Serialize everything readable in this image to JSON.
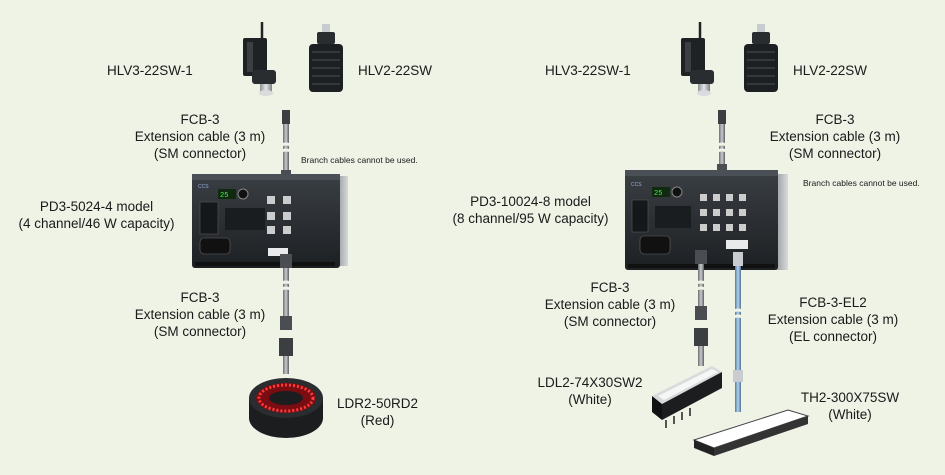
{
  "left": {
    "light_a": "HLV3-22SW-1",
    "light_b": "HLV2-22SW",
    "cable_top": [
      "FCB-3",
      "Extension cable (3 m)",
      "(SM connector)"
    ],
    "note": "Branch cables cannot be used.",
    "controller": [
      "PD3-5024-4 model",
      "(4 channel/46 W capacity)"
    ],
    "cable_bottom": [
      "FCB-3",
      "Extension cable (3 m)",
      "(SM connector)"
    ],
    "ring_light": [
      "LDR2-50RD2",
      "(Red)"
    ]
  },
  "right": {
    "light_a": "HLV3-22SW-1",
    "light_b": "HLV2-22SW",
    "cable_top": [
      "FCB-3",
      "Extension cable (3 m)",
      "(SM connector)"
    ],
    "note": "Branch cables cannot be used.",
    "controller": [
      "PD3-10024-8 model",
      "(8 channel/95 W capacity)"
    ],
    "cable_bottom_sm": [
      "FCB-3",
      "Extension cable (3 m)",
      "(SM connector)"
    ],
    "cable_bottom_el": [
      "FCB-3-EL2",
      "Extension cable (3 m)",
      "(EL connector)"
    ],
    "bar_light": [
      "LDL2-74X30SW2",
      "(White)"
    ],
    "flat_light": [
      "TH2-300X75SW",
      "(White)"
    ]
  },
  "colors": {
    "background": "#eef3e6",
    "device_body": "#2b2f33",
    "ring_red": "#e8202a",
    "el_cable": "#7fa7cc"
  }
}
